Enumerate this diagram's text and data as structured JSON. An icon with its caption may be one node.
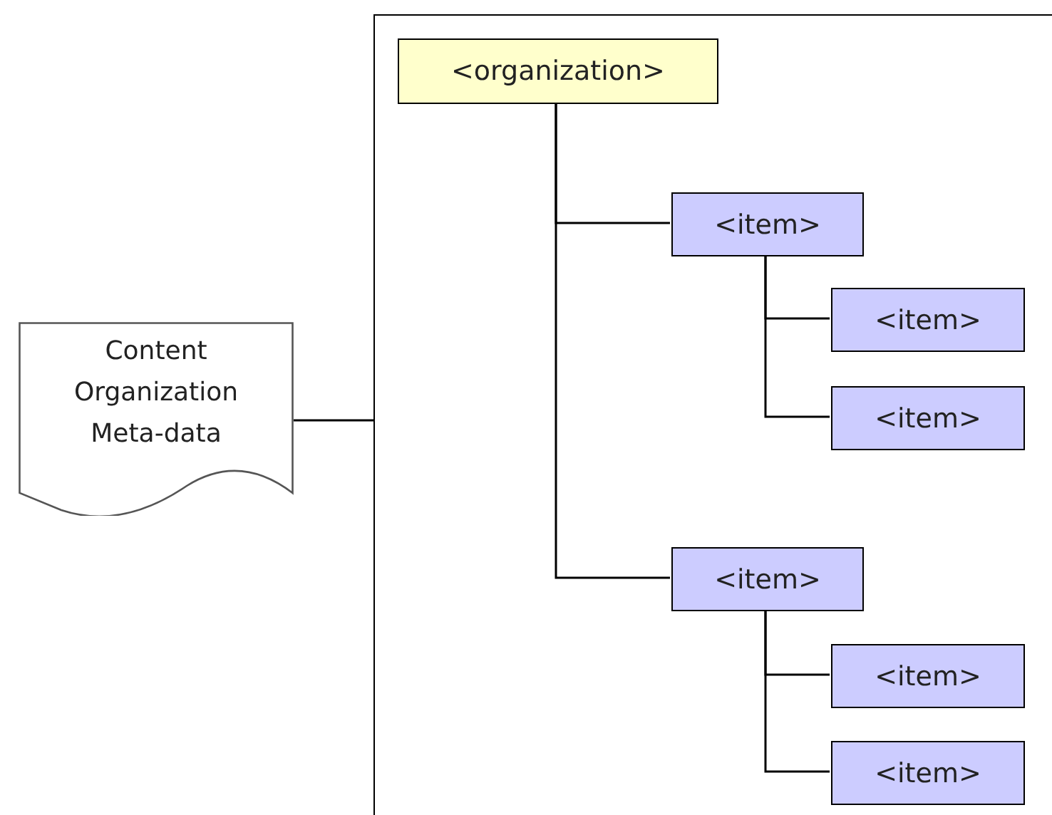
{
  "diagram": {
    "nodes": [
      {
        "text": [
          "Content Organization Meta-data"
        ]
      },
      {
        "text": [],
        "shape": "box"
      },
      {
        "text": [
          "<organization>"
        ],
        "in": 1
      },
      {
        "text": [
          "<item>"
        ],
        "in": 1
      },
      {
        "text": [
          "<item>"
        ],
        "in": 1
      },
      {
        "text": [
          "<item>"
        ],
        "in": 1
      },
      {
        "text": [
          "<item>"
        ],
        "in": 1
      },
      {
        "text": [
          "<item>"
        ],
        "in": 1
      },
      {
        "text": [
          "<item>"
        ],
        "in": 1
      }
    ],
    "edges": [
      {
        "from": 0,
        "to": 1,
        "arrow": "none"
      },
      {
        "from": 2,
        "to": 3,
        "arrow": "none"
      },
      {
        "from": 3,
        "to": 4,
        "arrow": "none"
      },
      {
        "from": 3,
        "to": 5,
        "arrow": "none"
      },
      {
        "from": 2,
        "to": 6,
        "arrow": "none"
      },
      {
        "from": 6,
        "to": 7,
        "arrow": "none"
      },
      {
        "from": 6,
        "to": 8,
        "arrow": "none"
      }
    ]
  }
}
